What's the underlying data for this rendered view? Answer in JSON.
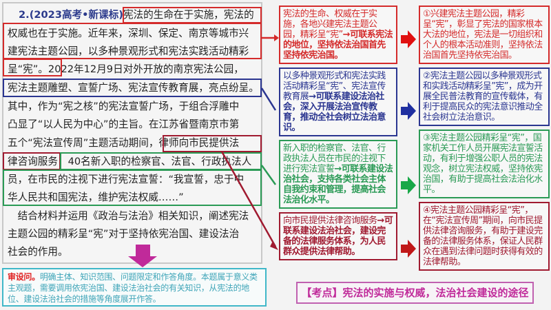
{
  "question": {
    "number": "2.(2023高考•新课标)",
    "lines": [
      "宪法的生命在于实施，宪法的",
      "权威也在于实施。近年来，深圳、保定、南京等城市兴",
      "建宪法主题公园，以多种景观形式和宪法实践活动精彩",
      "呈“宪”。2022年12月9日对外开放的南京宪法公园，",
      "宪法主题雕塑、宣誓广场、宪法宣传教育展，亮点纷呈。",
      "其中，作为“宪之核”的宪法宣誓广场，于组合浮雕中",
      "凸显了“以人民为中心”的主旨。在江苏省暨南京市第",
      "五个“宪法宣传周”主题活动期间，律师向市民提供法",
      "律咨询服务；40名新入职的检察官、法官、行政执法人",
      "员，在市民的注视下进行宪法宣誓：“我宣誓，忠于中",
      "华人民共和国宪法，维护宪法权威……”",
      "　结合材料并运用《政治与法治》相关知识，阐述宪法",
      "主题公园的精彩呈“宪”对于坚持依宪治国、建设法治",
      "社会的作用。"
    ]
  },
  "ask": {
    "lead": "审设问。",
    "text": "明确主体、知识范围、问题限定和作答角度。本题属于意义类主观题，需要调用依宪治国、建设法治社会的有关知识，从宪法的地位、建设法治社会的措施等角度展开作答。"
  },
  "analysis": [
    {
      "text": "宪法的生命、权威在于实施，各地兴建宪法主题公园，精彩呈“宪”",
      "bold": "→可联系宪法的地位，坚持依法治国首先坚持依宪治国。",
      "color": "#d42a2a"
    },
    {
      "text": "以多种景观形式和宪法实践活动精彩呈“宪”、宪法宣传教育展",
      "bold": "→可联系建设法治社会，深入开展法治宣传教育，推动全社会树立法治意识。",
      "color": "#2a3590"
    },
    {
      "text": "新入职的检察官、法官、行政执法人员在市民的注视下进行宪法宣誓",
      "bold": "→可联系建设法治社会，支持各类社会主体自我约束和管理，提高社会法治化水平。",
      "color": "#2a9a55"
    },
    {
      "text": "向市民提供法律咨询服务",
      "bold": "→可联系建设法治社会，建设完备的法律服务体系，为人民群众提供法律帮助。",
      "color": "#a01a30"
    }
  ],
  "answers": [
    {
      "text": "①兴建宪法主题公园，精彩呈“宪”，彰显了宪法的国家根本大法的地位，宪法是一切组织和个人的根本活动准则，坚持依法治国首先坚持依宪治国。",
      "color": "#d42a2a"
    },
    {
      "text": "②宪法主题公园以多种景观形式和实践活动精彩呈”宪”，成为开展全民普法教育的宣传载体，有利于提高民众的宪法意识推动全社会树立法治意识。",
      "color": "#2a3590"
    },
    {
      "text": "③宪法主题公园精彩呈“宪”，国家机关工作人员开展宪法宣誓活动，有利于增强公职人员的宪法观念，树立宪法权威，坚持依宪治国，有助于提高社会法治化水平。",
      "color": "#2a9a55"
    },
    {
      "text": "④宪法主题公园精彩呈“宪”，在“宪法宣传周”期间，向市民提供法律咨询服务，有助于建设完备的法律服务体系，保证人民群众在遇到法律问题时获得有效的法律帮助。",
      "color": "#a01a30"
    }
  ],
  "kaodian": "【考点】宪法的实施与权威，法治社会建设的途径",
  "colors": {
    "magenta": "#c02a9a",
    "cyan": "#3fb7c8"
  }
}
